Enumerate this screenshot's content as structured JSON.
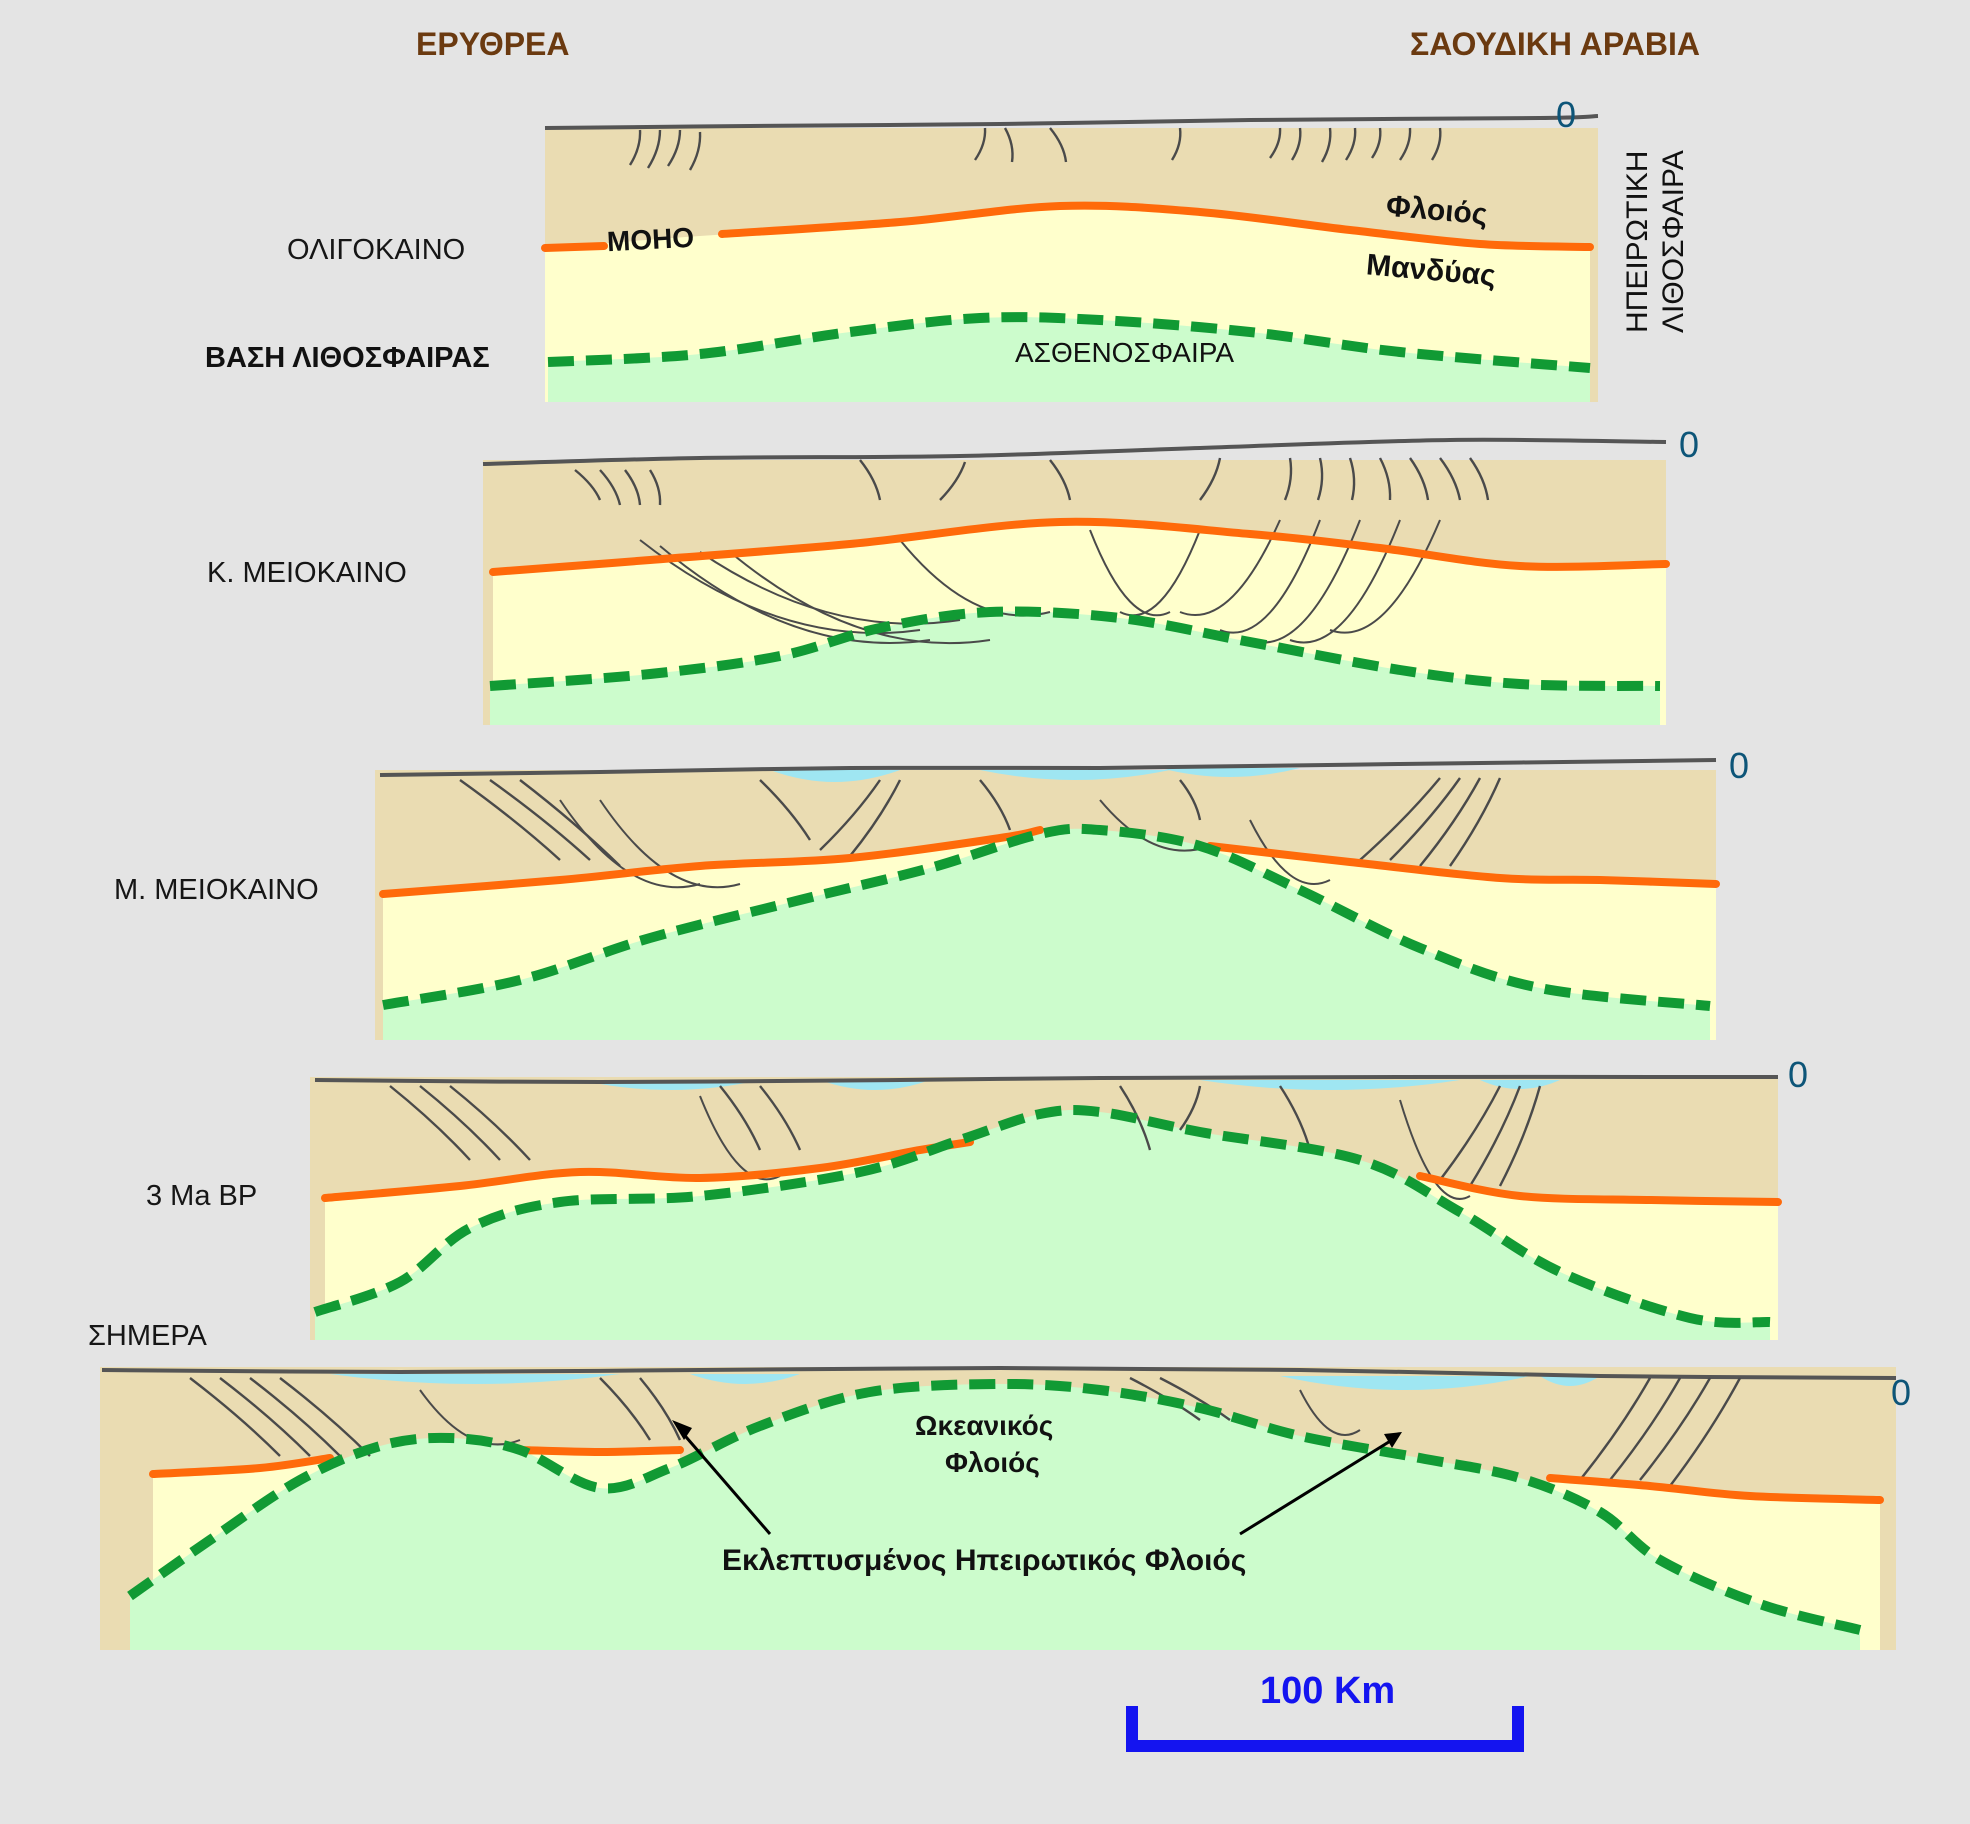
{
  "header": {
    "left_region": "ΕΡΥΘΡΕΑ",
    "right_region": "ΣΑΟΥΔΙΚΗ ΑΡΑΒΙΑ"
  },
  "side_label": {
    "line1": "ΗΠΕΙΡΩΤΙΚΗ",
    "line2": "ΛΙΘΟΣΦΑΙΡΑ"
  },
  "stages": [
    {
      "label": "ΟΛΙΓΟΚΑΙΝΟ",
      "zero": "0"
    },
    {
      "label": "Κ. ΜΕΙΟΚΑΙΝΟ",
      "zero": "0"
    },
    {
      "label": "Μ. ΜΕΙΟΚΑΙΝΟ",
      "zero": "0"
    },
    {
      "label": "3 Ma BP",
      "zero": "0"
    },
    {
      "label": "ΣΗΜΕΡΑ",
      "zero": "0"
    }
  ],
  "layer_labels": {
    "moho": "ΜΟΗΟ",
    "crust": "Φλοιός",
    "mantle": "Μανδύας",
    "lithosphere_base": "ΒΑΣΗ ΛΙΘΟΣΦΑΙΡΑΣ",
    "asthenosphere": "ΑΣΘΕΝΟΣΦΑΙΡΑ",
    "oceanic_crust_1": "Ωκεανικός",
    "oceanic_crust_2": "Φλοιός",
    "thinned_crust": "Εκλεπτυσμένος Ηπειρωτικός Φλοιός"
  },
  "scale_bar": {
    "label": "100 Km"
  },
  "colors": {
    "background": "#e4e4e4",
    "crust": "#eadcb2",
    "mantle": "#ffffcc",
    "asthenosphere": "#ccfccc",
    "moho": "#ff6a0a",
    "lithosphere_base": "#119a34",
    "faults": "#4a4a4a",
    "sea": "#9fe6f2",
    "scale_bar": "#1414f0",
    "country_text": "#6b3a10"
  }
}
